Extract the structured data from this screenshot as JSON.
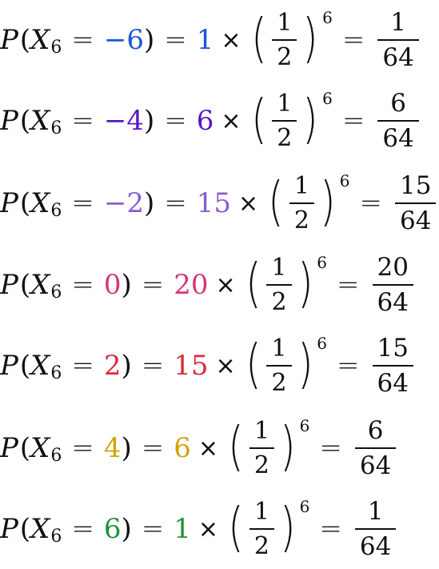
{
  "rows": [
    {
      "var": "P",
      "rv": "X",
      "sub": "6",
      "value": "−6",
      "coef": "1",
      "half_num": "1",
      "half_den": "2",
      "exp": "6",
      "res_num": "1",
      "res_den": "64",
      "color": "#1a56db"
    },
    {
      "var": "P",
      "rv": "X",
      "sub": "6",
      "value": "−4",
      "coef": "6",
      "half_num": "1",
      "half_den": "2",
      "exp": "6",
      "res_num": "6",
      "res_den": "64",
      "color": "#5b14c8"
    },
    {
      "var": "P",
      "rv": "X",
      "sub": "6",
      "value": "−2",
      "coef": "15",
      "half_num": "1",
      "half_den": "2",
      "exp": "6",
      "res_num": "15",
      "res_den": "64",
      "color": "#8a5bd0"
    },
    {
      "var": "P",
      "rv": "X",
      "sub": "6",
      "value": "0",
      "coef": "20",
      "half_num": "1",
      "half_den": "2",
      "exp": "6",
      "res_num": "20",
      "res_den": "64",
      "color": "#d6357a"
    },
    {
      "var": "P",
      "rv": "X",
      "sub": "6",
      "value": "2",
      "coef": "15",
      "half_num": "1",
      "half_den": "2",
      "exp": "6",
      "res_num": "15",
      "res_den": "64",
      "color": "#d92b3c"
    },
    {
      "var": "P",
      "rv": "X",
      "sub": "6",
      "value": "4",
      "coef": "6",
      "half_num": "1",
      "half_den": "2",
      "exp": "6",
      "res_num": "6",
      "res_den": "64",
      "color": "#d4a20a"
    },
    {
      "var": "P",
      "rv": "X",
      "sub": "6",
      "value": "6",
      "coef": "1",
      "half_num": "1",
      "half_den": "2",
      "exp": "6",
      "res_num": "1",
      "res_den": "64",
      "color": "#22913a"
    }
  ],
  "symbols": {
    "eq": "=",
    "times": "×",
    "lparen": "(",
    "rparen": ")"
  }
}
